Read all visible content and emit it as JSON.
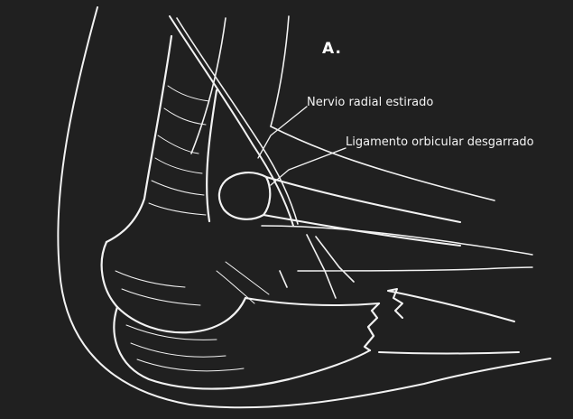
{
  "figure": {
    "panel_letter": "A.",
    "labels": {
      "nerve": "Nervio radial estirado",
      "ligament": "Ligamento orbicular desgarrado"
    },
    "colors": {
      "background": "#202020",
      "lines": "#f2f2f2"
    }
  }
}
